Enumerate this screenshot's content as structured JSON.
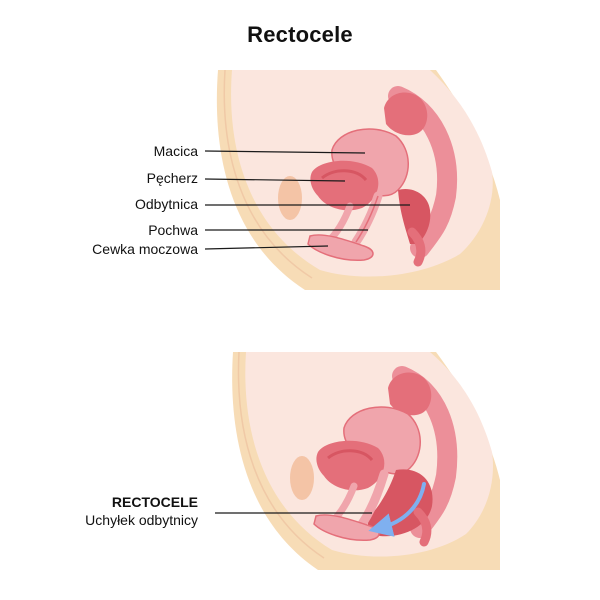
{
  "title": "Rectocele",
  "top_panel": {
    "labels": [
      "Macica",
      "Pęcherz",
      "Odbytnica",
      "Pochwa",
      "Cewka moczowa"
    ]
  },
  "bottom_panel": {
    "label_bold": "RECTOCELE",
    "label_sub": "Uchyłek odbytnicy"
  },
  "colors": {
    "skin": "#f7dcb6",
    "body_fill": "#fbe6de",
    "organ_pink": "#f0a5ac",
    "organ_dark": "#e46f7a",
    "organ_deep": "#d75662",
    "leader_line": "#1a1a1a",
    "arrow_blue": "#7fb0f0"
  }
}
